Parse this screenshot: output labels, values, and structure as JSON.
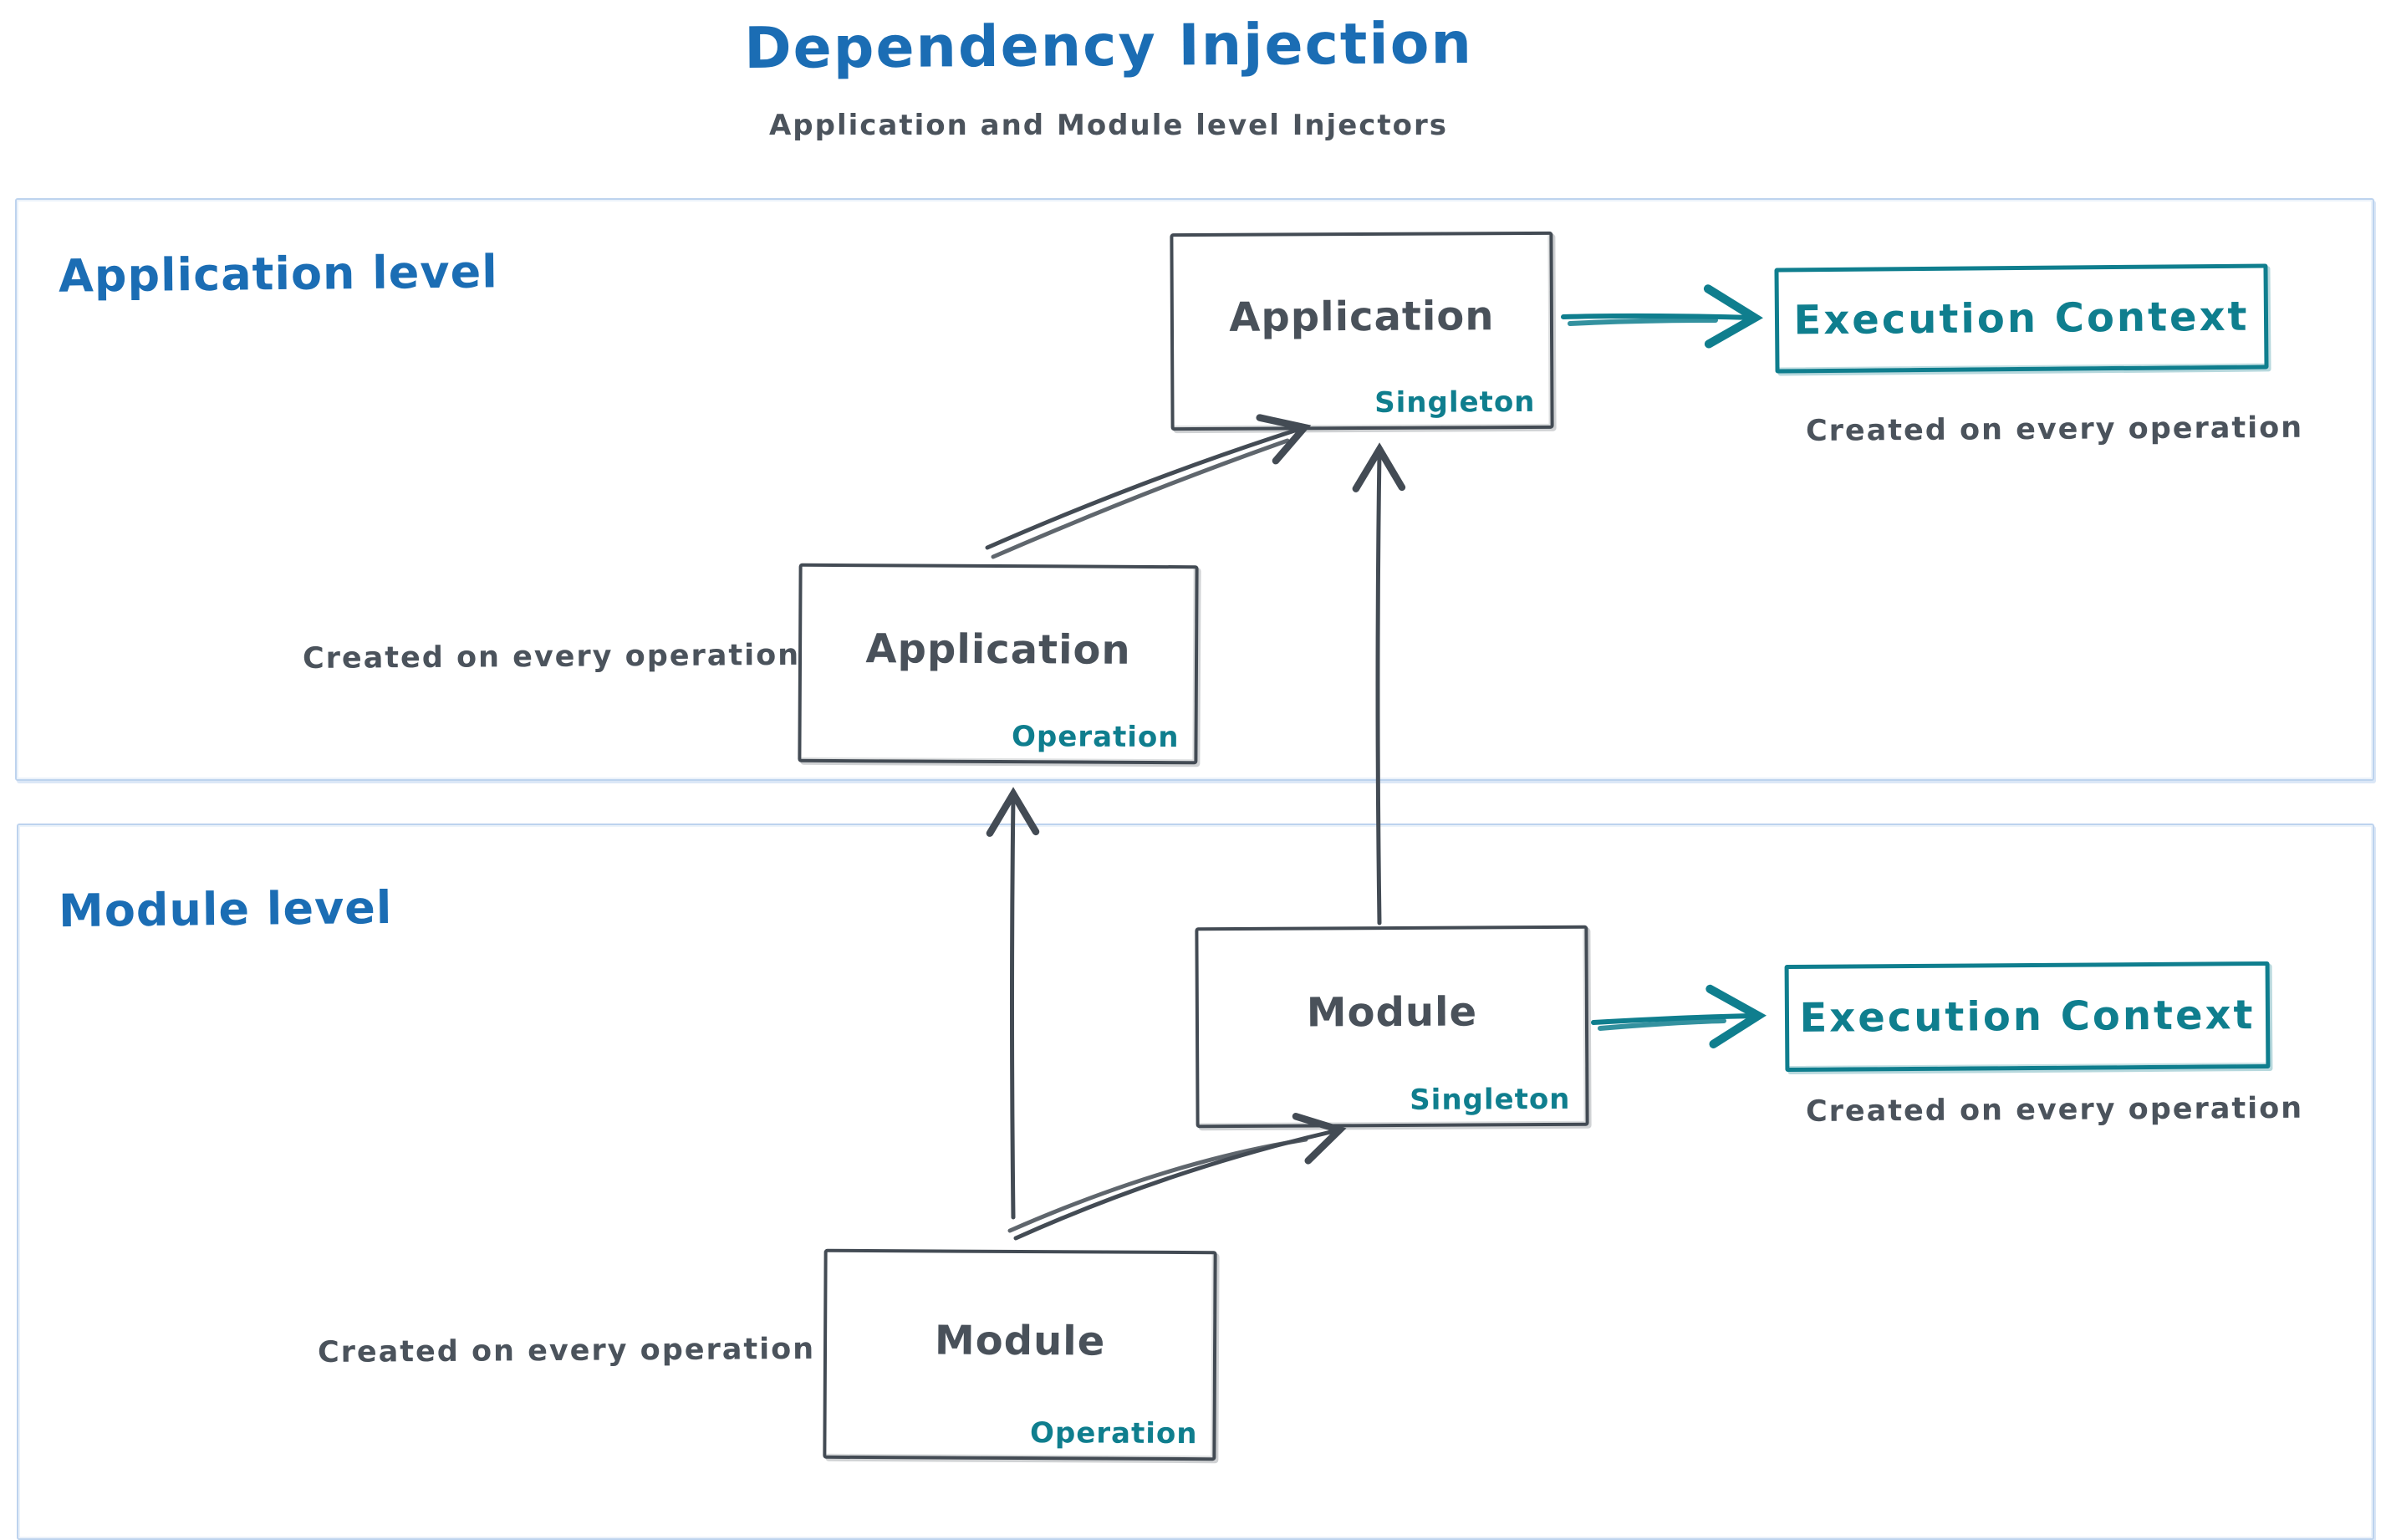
{
  "title": "Dependency Injection",
  "subtitle": "Application and Module level Injectors",
  "colors": {
    "accent_blue": "#1b6db4",
    "teal": "#0f7e8e",
    "dark_stroke": "#434b54",
    "container_border": "#bdd3ee",
    "background": "#ffffff"
  },
  "app": {
    "label": "Application level",
    "singleton": {
      "title": "Application",
      "tag": "Singleton"
    },
    "operation": {
      "title": "Application",
      "tag": "Operation"
    },
    "operation_caption": "Created on every operation",
    "execution": {
      "label": "Execution Context",
      "caption": "Created on every operation"
    }
  },
  "module": {
    "label": "Module level",
    "singleton": {
      "title": "Module",
      "tag": "Singleton"
    },
    "operation": {
      "title": "Module",
      "tag": "Operation"
    },
    "operation_caption": "Created on every operation",
    "execution": {
      "label": "Execution Context",
      "caption": "Created on every operation"
    }
  },
  "arrows": [
    {
      "from": "application-singleton",
      "to": "application-execution-context",
      "color": "#0f7e8e"
    },
    {
      "from": "module-singleton",
      "to": "module-execution-context",
      "color": "#0f7e8e"
    },
    {
      "from": "application-operation",
      "to": "application-singleton",
      "color": "#434b54"
    },
    {
      "from": "module-singleton",
      "to": "application-singleton",
      "color": "#434b54"
    },
    {
      "from": "module-operation",
      "to": "application-operation",
      "color": "#434b54"
    },
    {
      "from": "module-operation",
      "to": "module-singleton",
      "color": "#434b54"
    }
  ]
}
